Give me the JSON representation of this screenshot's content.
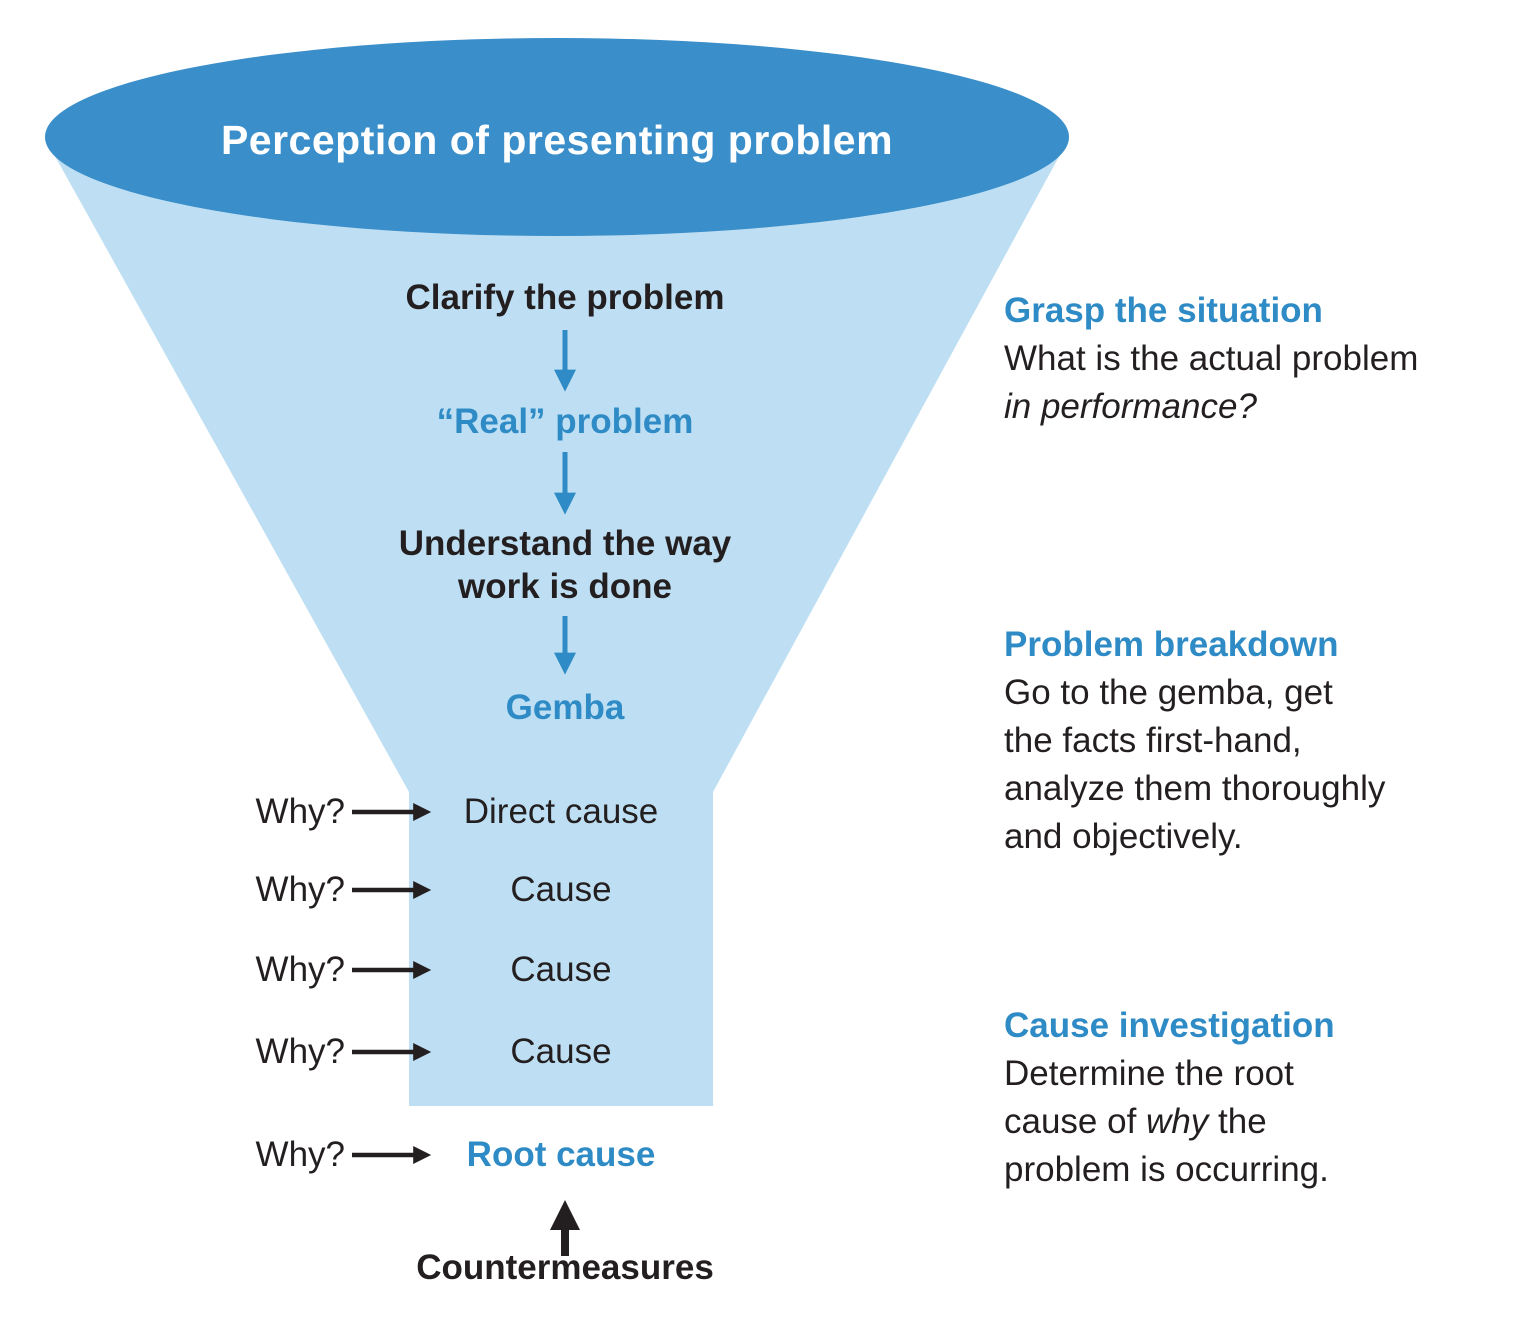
{
  "colors": {
    "funnel_dark_blue": "#3A8EC9",
    "funnel_light_blue": "#BEDFF3",
    "accent_blue": "#2E8BC5",
    "text_black": "#231F20",
    "title_white": "#FFFFFF"
  },
  "funnel": {
    "title": "Perception of presenting problem",
    "steps": [
      {
        "lines": [
          "Clarify the problem"
        ],
        "color": "black"
      },
      {
        "lines": [
          "“Real” problem"
        ],
        "color": "blue"
      },
      {
        "lines": [
          "Understand the way",
          "work is done"
        ],
        "color": "black"
      },
      {
        "lines": [
          "Gemba"
        ],
        "color": "blue"
      }
    ]
  },
  "why_rows": [
    {
      "question": "Why?",
      "answer": "Direct cause",
      "style": "black"
    },
    {
      "question": "Why?",
      "answer": "Cause",
      "style": "black"
    },
    {
      "question": "Why?",
      "answer": "Cause",
      "style": "black"
    },
    {
      "question": "Why?",
      "answer": "Cause",
      "style": "black"
    },
    {
      "question": "Why?",
      "answer": "Root cause",
      "style": "blue-bold"
    }
  ],
  "countermeasures": {
    "label": "Countermeasures"
  },
  "annotations": [
    {
      "heading": "Grasp the situation",
      "lines": [
        [
          {
            "t": "What is the actual problem"
          }
        ],
        [
          {
            "t": "in performance?",
            "i": true
          }
        ]
      ]
    },
    {
      "heading": "Problem breakdown",
      "lines": [
        [
          {
            "t": "Go to the gemba, get"
          }
        ],
        [
          {
            "t": "the facts first-hand,"
          }
        ],
        [
          {
            "t": "analyze them thoroughly"
          }
        ],
        [
          {
            "t": "and objectively."
          }
        ]
      ]
    },
    {
      "heading": "Cause investigation",
      "lines": [
        [
          {
            "t": "Determine the root"
          }
        ],
        [
          {
            "t": "cause of "
          },
          {
            "t": "why",
            "i": true
          },
          {
            "t": " the"
          }
        ],
        [
          {
            "t": "problem is occurring."
          }
        ]
      ]
    }
  ]
}
